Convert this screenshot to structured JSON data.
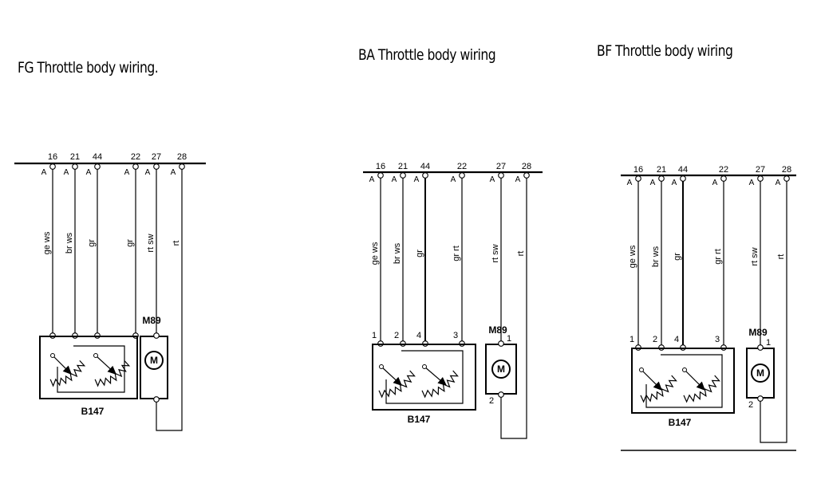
{
  "diagrams": [
    {
      "title": "FG  Throttle body wiring.",
      "pins": [
        "16",
        "21",
        "44",
        "22",
        "27",
        "28"
      ],
      "connector_labels": [
        "A",
        "A",
        "A",
        "A",
        "A",
        "A"
      ],
      "wire_colors": [
        "ge ws",
        "br ws",
        "gr",
        "gr",
        "rt sw",
        "rt"
      ],
      "motor_ref": "M89",
      "motor_symbol": "M",
      "sensor_ref": "B147",
      "sensor_pins": [],
      "motor_pins": []
    },
    {
      "title": "BA Throttle body wiring",
      "pins": [
        "16",
        "21",
        "44",
        "22",
        "27",
        "28"
      ],
      "connector_labels": [
        "A",
        "A",
        "A",
        "A",
        "A",
        "A"
      ],
      "wire_colors": [
        "ge ws",
        "br ws",
        "gr",
        "gr rt",
        "rt sw",
        "rt"
      ],
      "motor_ref": "M89",
      "motor_symbol": "M",
      "sensor_ref": "B147",
      "sensor_pins": [
        "1",
        "2",
        "4",
        "3"
      ],
      "motor_pins": [
        "1",
        "2"
      ]
    },
    {
      "title": "BF Throttle body wiring",
      "pins": [
        "16",
        "21",
        "44",
        "22",
        "27",
        "28"
      ],
      "connector_labels": [
        "A",
        "A",
        "A",
        "A",
        "A",
        "A"
      ],
      "wire_colors": [
        "ge ws",
        "br ws",
        "gr",
        "gr rt",
        "rt sw",
        "rt"
      ],
      "motor_ref": "M89",
      "motor_symbol": "M",
      "sensor_ref": "B147",
      "sensor_pins": [
        "1",
        "2",
        "4",
        "3"
      ],
      "motor_pins": [
        "1",
        "2"
      ]
    }
  ]
}
